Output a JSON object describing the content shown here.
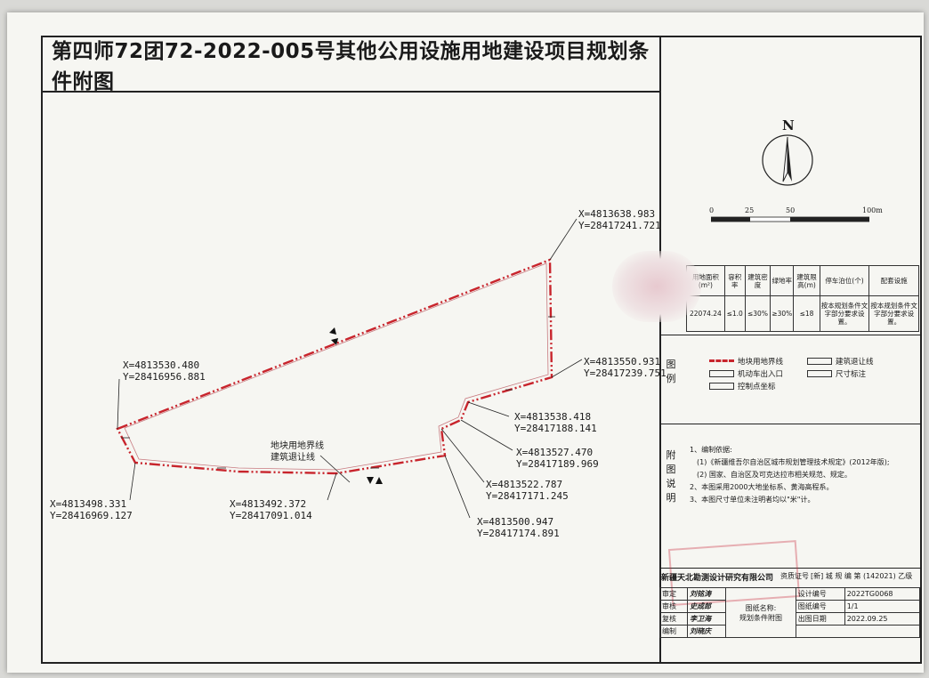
{
  "title": "第四师72团72-2022-005号其他公用设施用地建设项目规划条件附图",
  "coordinates": [
    {
      "x": "X=4813638.983",
      "y": "Y=28417241.721"
    },
    {
      "x": "X=4813530.480",
      "y": "Y=28416956.881"
    },
    {
      "x": "X=4813550.931",
      "y": "Y=28417239.751"
    },
    {
      "x": "X=4813538.418",
      "y": "Y=28417188.141"
    },
    {
      "x": "X=4813527.470",
      "y": "Y=28417189.969"
    },
    {
      "x": "X=4813522.787",
      "y": "Y=28417171.245"
    },
    {
      "x": "X=4813498.331",
      "y": "Y=28416969.127"
    },
    {
      "x": "X=4813492.372",
      "y": "Y=28417091.014"
    },
    {
      "x": "X=4813500.947",
      "y": "Y=28417174.891"
    }
  ],
  "map_labels": {
    "boundary": "地块用地界线",
    "setback": "建筑退让线"
  },
  "north_label": "N",
  "scale_ticks": [
    "0",
    "25",
    "50",
    "100m"
  ],
  "indicator_table": {
    "headers": [
      "用地面积(m²)",
      "容积率",
      "建筑密度",
      "绿地率",
      "建筑限高(m)",
      "停车泊位(个)",
      "配套设施"
    ],
    "values": [
      "22074.24",
      "≤1.0",
      "≤30%",
      "≥30%",
      "≤18",
      "按本规划条件文字部分要求设置。",
      "按本规划条件文字部分要求设置。"
    ]
  },
  "legend": {
    "section_label": "图例",
    "items": [
      "地块用地界线",
      "机动车出入口",
      "控制点坐标",
      "建筑退让线",
      "尺寸标注"
    ]
  },
  "notes": {
    "section_label": "附图说明",
    "lines": [
      "1、编制依据:",
      "(1)《新疆维吾尔自治区城市规划管理技术规定》(2012年版);",
      "(2) 国家、自治区及可克达拉市相关规范、规定。",
      "2、本图采用2000大地坐标系、黄海高程系。",
      "3、本图尺寸单位未注明者均以\"米\"计。"
    ]
  },
  "title_block": {
    "company": "新疆天北勘测设计研究有限公司",
    "cert_label": "资质证号",
    "cert_value": "[新] 城 规 编 第 (142021) 乙级",
    "roles": [
      "审定",
      "审核",
      "复核",
      "编制"
    ],
    "signatures": [
      "刘铭涛",
      "史成郎",
      "李卫海",
      "刘晓庆"
    ],
    "drawing_name_label": "图纸名称:",
    "drawing_name": "规划条件附图",
    "fields": [
      {
        "label": "设计编号",
        "value": "2022TG0068"
      },
      {
        "label": "图纸编号",
        "value": "1/1"
      },
      {
        "label": "出图日期",
        "value": "2022.09.25"
      }
    ]
  },
  "colors": {
    "boundary": "#c8242c",
    "ink": "#1a1a1a"
  }
}
